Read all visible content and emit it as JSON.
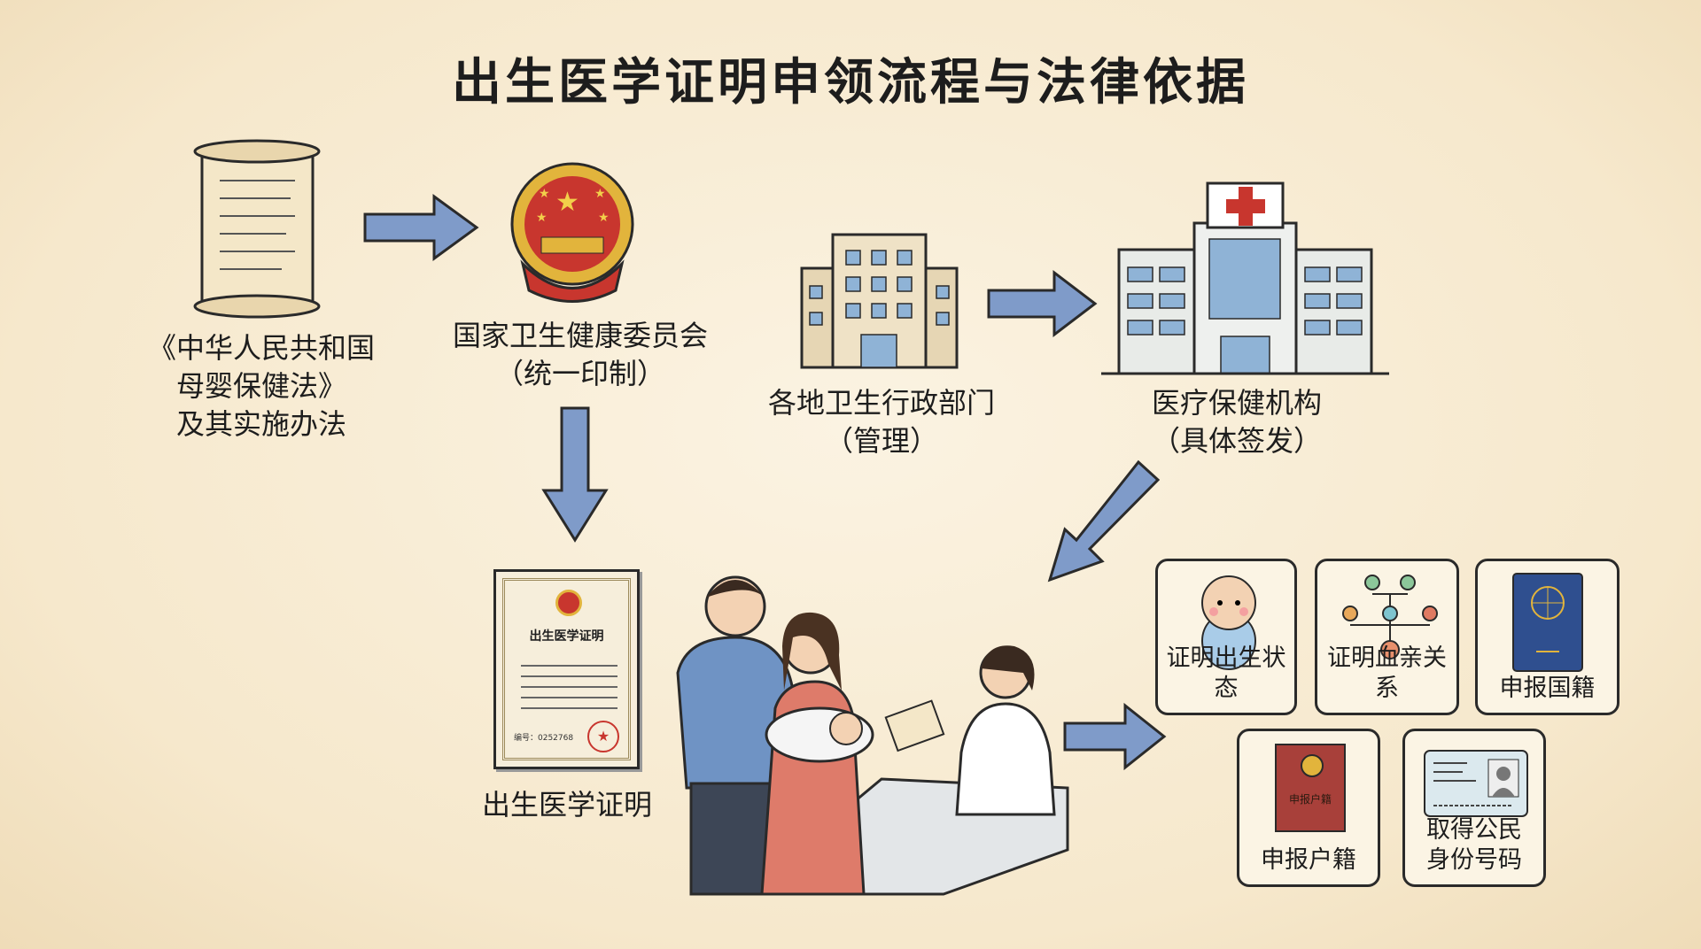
{
  "title": "出生医学证明申领流程与法律依据",
  "law": {
    "line1": "《中华人民共和国",
    "line2": "母婴保健法》",
    "line3": "及其实施办法"
  },
  "commission": {
    "line1": "国家卫生健康委员会",
    "line2": "（统一印制）"
  },
  "local_dept": {
    "line1": "各地卫生行政部门",
    "line2": "（管理）"
  },
  "medical": {
    "line1": "医疗保健机构",
    "line2": "（具体签发）"
  },
  "certificate": {
    "label": "出生医学证明",
    "doc_title": "出生医学证明",
    "serial": "编号：0252768"
  },
  "uses": [
    {
      "label": "证明出生状态",
      "icon": "baby-icon"
    },
    {
      "label": "证明血亲关系",
      "icon": "family-tree-icon"
    },
    {
      "label": "申报国籍",
      "icon": "passport-icon"
    },
    {
      "label": "申报户籍",
      "icon": "household-register-icon",
      "book_text": "申报户籍"
    },
    {
      "label1": "取得公民",
      "label2": "身份号码",
      "icon": "id-card-icon"
    }
  ],
  "colors": {
    "arrow": "#7f9bc9",
    "outline": "#2a2a2a",
    "red": "#c8362e",
    "gold": "#e2b43c"
  }
}
